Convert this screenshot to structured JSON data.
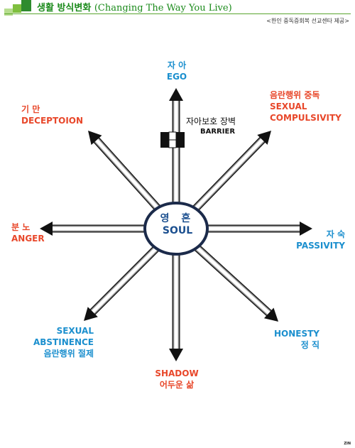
{
  "header": {
    "title_kr": "생활 방식변화",
    "title_en": "(Changing The Way You Live)",
    "source": "<한인 중독증회복 선교센타 제공>"
  },
  "colors": {
    "red": "#e8472a",
    "blue": "#1b8fce",
    "soul": "#1b4f8f",
    "brand_green": "#1a8a1a"
  },
  "center": {
    "kr": "영 혼",
    "en": "SOUL"
  },
  "barrier": {
    "kr": "자아보호 장벽",
    "en": "BARRIER"
  },
  "directions": {
    "north": {
      "kr": "자 아",
      "en": "EGO"
    },
    "northeast": {
      "kr": "음란행위 중독",
      "en1": "SEXUAL",
      "en2": "COMPULSIVITY"
    },
    "east": {
      "kr": "자 숙",
      "en": "PASSIVITY"
    },
    "southeast": {
      "en": "HONESTY",
      "kr": "정 직"
    },
    "south": {
      "en": "SHADOW",
      "kr": "어두운 삶"
    },
    "southwest": {
      "en1": "SEXUAL",
      "en2": "ABSTINENCE",
      "kr": "음란행위 절제"
    },
    "west": {
      "kr": "분 노",
      "en": "ANGER"
    },
    "northwest": {
      "kr": "기 만",
      "en": "DECEPTOION"
    }
  },
  "footer_mark": "ZIN"
}
